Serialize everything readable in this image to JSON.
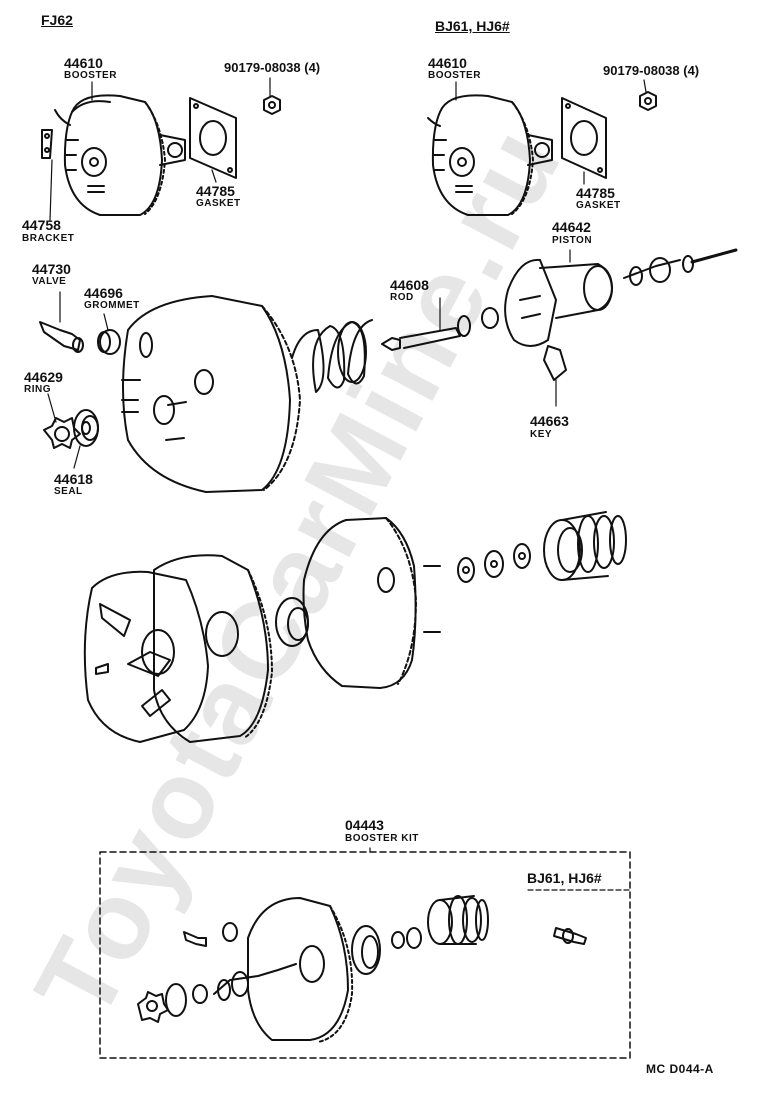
{
  "watermark": "ToyotaCarMine.ru",
  "headers": {
    "left": "FJ62",
    "right": "BJ61, HJ6#",
    "kit": "BJ61, HJ6#"
  },
  "parts": {
    "booster_left": {
      "number": "44610",
      "name": "BOOSTER"
    },
    "booster_right": {
      "number": "44610",
      "name": "BOOSTER"
    },
    "nut_left": {
      "number": "90179-08038 (4)"
    },
    "nut_right": {
      "number": "90179-08038 (4)"
    },
    "gasket_left": {
      "number": "44785",
      "name": "GASKET"
    },
    "gasket_right": {
      "number": "44785",
      "name": "GASKET"
    },
    "bracket": {
      "number": "44758",
      "name": "BRACKET"
    },
    "piston": {
      "number": "44642",
      "name": "PISTON"
    },
    "valve": {
      "number": "44730",
      "name": "VALVE"
    },
    "grommet": {
      "number": "44696",
      "name": "GROMMET"
    },
    "rod": {
      "number": "44608",
      "name": "ROD"
    },
    "ring": {
      "number": "44629",
      "name": "RING"
    },
    "key": {
      "number": "44663",
      "name": "KEY"
    },
    "seal": {
      "number": "44618",
      "name": "SEAL"
    },
    "kit": {
      "number": "04443",
      "name": "BOOSTER KIT"
    }
  },
  "figure_code": "MC  D044-A"
}
